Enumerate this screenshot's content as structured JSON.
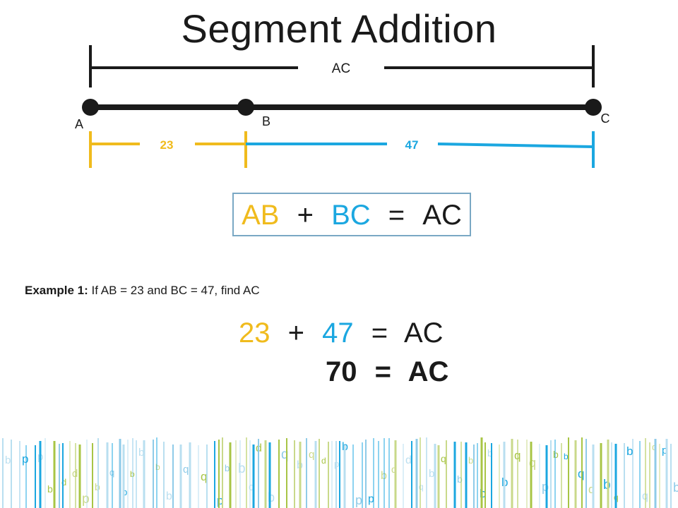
{
  "slide": {
    "title": "Segment Addition"
  },
  "diagram": {
    "total_label": "AC",
    "points": [
      {
        "name": "A"
      },
      {
        "name": "B"
      },
      {
        "name": "C"
      }
    ],
    "segment_ab_value": "23",
    "segment_bc_value": "47",
    "colors": {
      "ab": "#f0bb1d",
      "bc": "#1ba7e0",
      "line": "#1a1a1a"
    }
  },
  "formula": {
    "ab": "AB",
    "plus": "+",
    "bc": "BC",
    "equals": "=",
    "ac": "AC"
  },
  "example": {
    "label": "Example 1:",
    "text": "If AB = 23 and BC = 47, find AC"
  },
  "work": {
    "line1": {
      "ab": "23",
      "plus": "+",
      "bc": "47",
      "equals": "=",
      "ac": "AC"
    },
    "line2": {
      "sum": "70",
      "equals": "=",
      "ac": "AC"
    }
  },
  "decor": {
    "colors": [
      "#1ba7e0",
      "#a8c545",
      "#b9dff0",
      "#8fcbe8",
      "#c9d98a"
    ],
    "glyphs": [
      "b",
      "d",
      "p",
      "q"
    ]
  }
}
